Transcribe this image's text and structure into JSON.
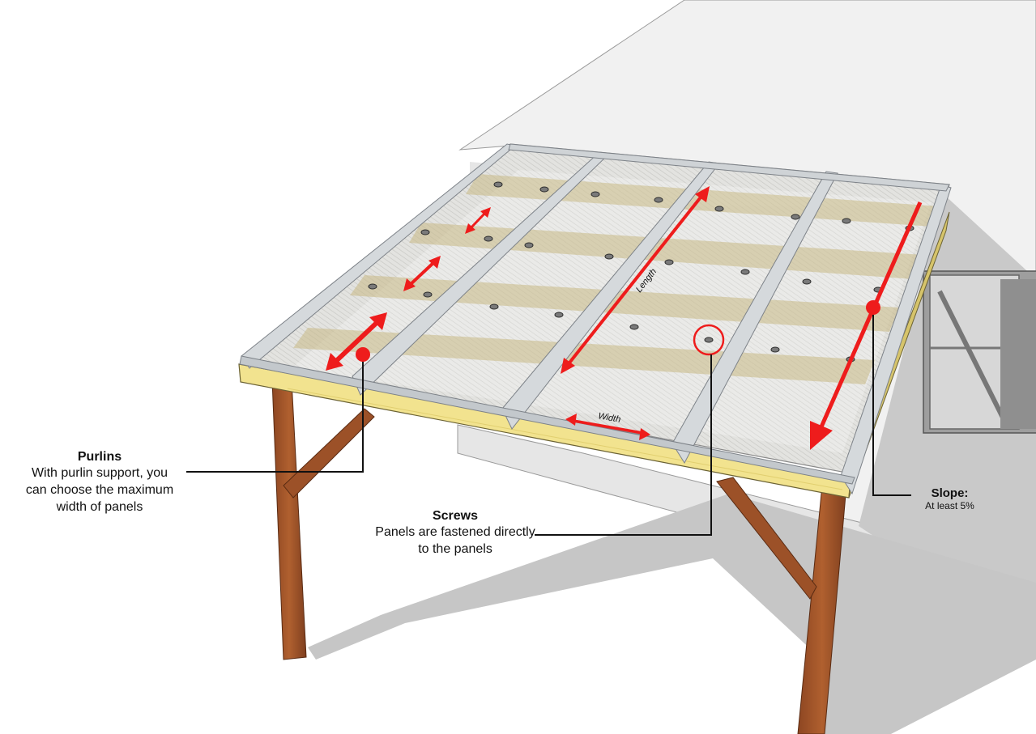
{
  "callouts": {
    "purlins": {
      "title": "Purlins",
      "body": "With purlin support, you can choose the maximum width of panels"
    },
    "screws": {
      "title": "Screws",
      "body": "Panels are fastened directly to the panels"
    },
    "slope": {
      "title": "Slope:",
      "body": "At least 5%"
    }
  },
  "dimensions": {
    "length": "Length",
    "width": "Width"
  },
  "colors": {
    "arrow": "#ee1c1c",
    "wood": "#a0522d",
    "beam": "#f2e38f",
    "aluminium": "#c9ced2",
    "wall": "#f1f1f1",
    "shadow": "#c4c4c4"
  }
}
